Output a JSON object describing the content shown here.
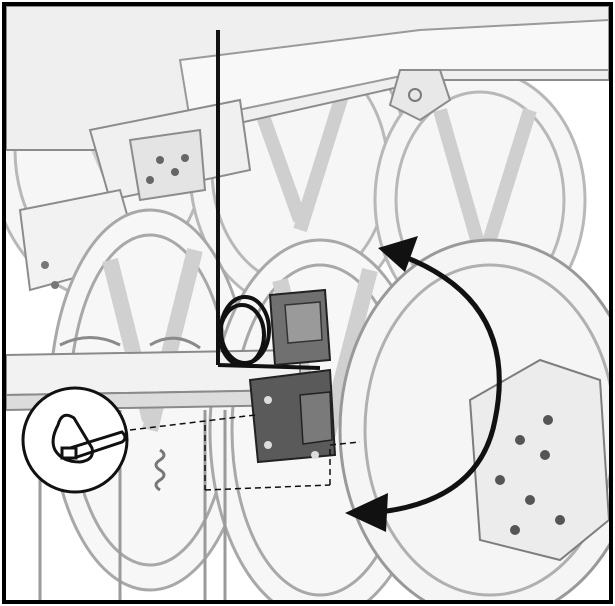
{
  "figure": {
    "frame_color": "#000000",
    "ink_color": "#111111",
    "part_fill": "#f4f4f4",
    "part_shade": "#dcdcdc",
    "part_outline": "#8c8c8c",
    "bracket_fill": "#5a5a5a",
    "icons": [
      "tine-bar-frame",
      "rotor-wheels",
      "coil-spring-tine",
      "mounting-bracket",
      "rotation-arrow",
      "linch-pin-callout",
      "linch-pin-icon"
    ]
  }
}
